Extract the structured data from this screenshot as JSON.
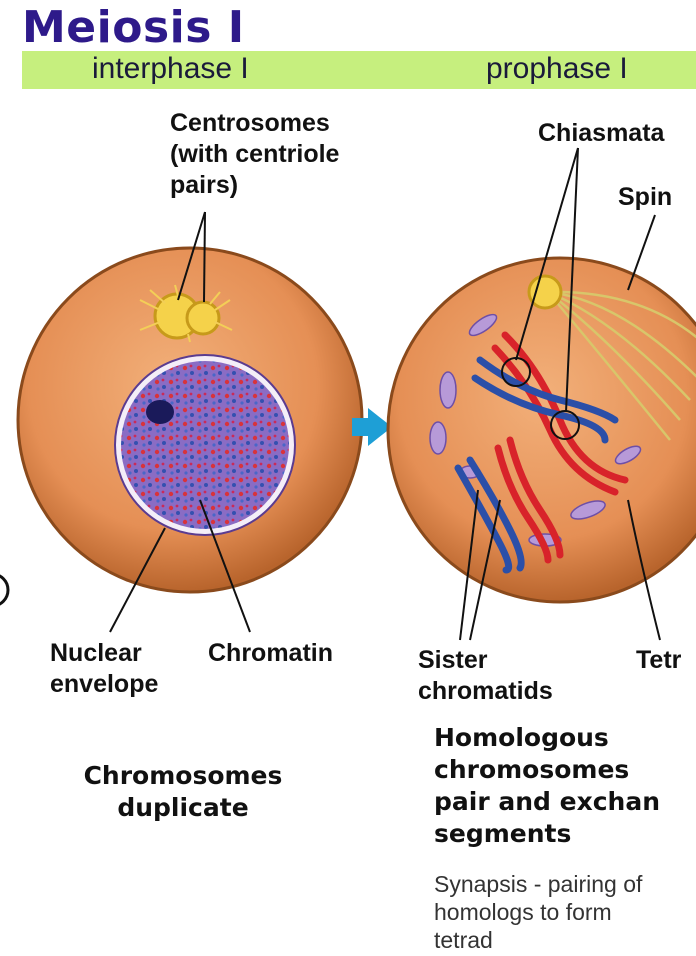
{
  "title": "Meiosis I",
  "phases": [
    {
      "label": "interphase I"
    },
    {
      "label": "prophase I"
    }
  ],
  "interphase": {
    "labels": {
      "centrosomes": [
        "Centrosomes",
        "(with centriole",
        "pairs)"
      ],
      "nuclear_envelope": [
        "Nuclear",
        "envelope"
      ],
      "chromatin": "Chromatin"
    },
    "summary": [
      "Chromosomes",
      "duplicate"
    ]
  },
  "prophase": {
    "labels": {
      "chiasmata": "Chiasmata",
      "spindle": "Spin",
      "sister_chromatids": [
        "Sister",
        "chromatids"
      ],
      "tetrad": "Tetr"
    },
    "summary": [
      "Homologous",
      "chromosomes",
      "pair and exchan",
      "segments"
    ],
    "note": [
      "Synapsis - pairing of",
      "homologs to form",
      "tetrad"
    ]
  },
  "colors": {
    "title": "#2e1a8a",
    "phase_band": "#c6ef7e",
    "cell": "#e8955a",
    "chromosome_red": "#d8232a",
    "chromosome_blue": "#2b4fa8",
    "arrow": "#1e9fd6"
  },
  "icons": [
    "arrow-right-icon"
  ]
}
